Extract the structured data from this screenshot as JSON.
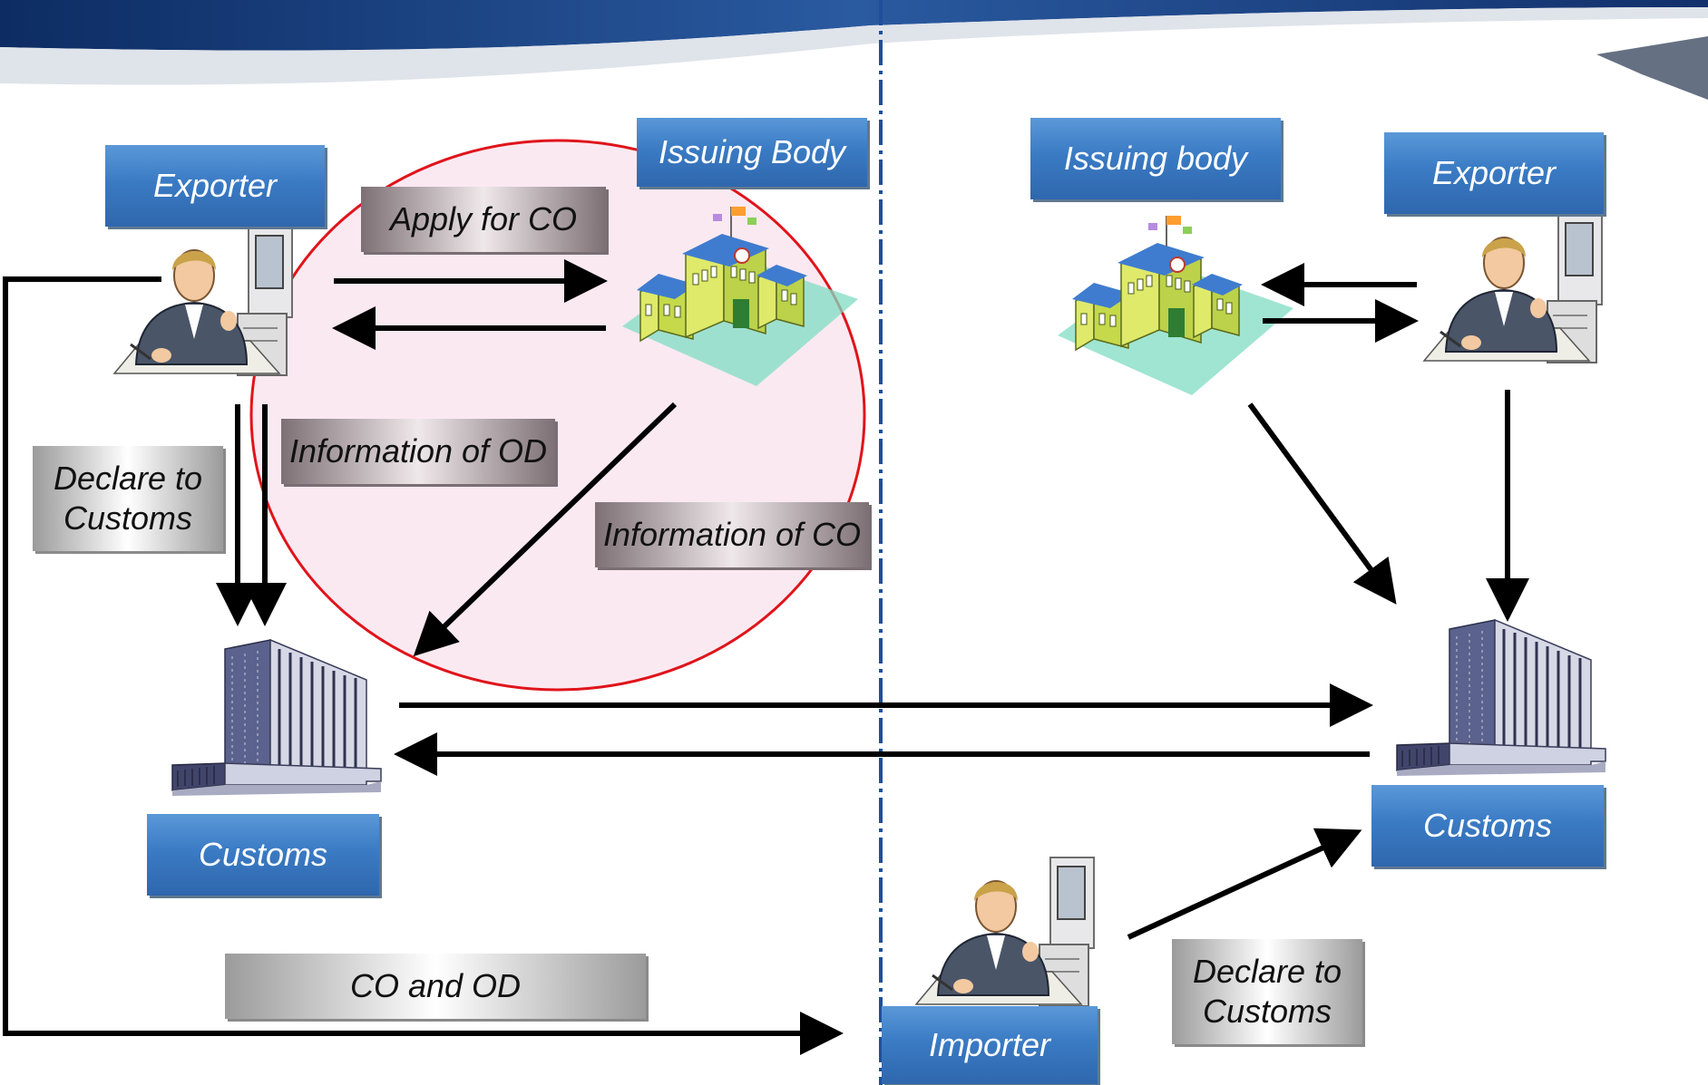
{
  "diagram": {
    "exporter_left": "Exporter",
    "issuing_body_left": "Issuing Body",
    "apply_for_co": "Apply for CO",
    "information_of_od": "Information of OD",
    "information_of_co": "Information of CO",
    "declare_to_customs_left": "Declare to\nCustoms",
    "customs_left": "Customs",
    "co_and_od": "CO and OD",
    "issuing_body_right": "Issuing body",
    "exporter_right": "Exporter",
    "customs_right": "Customs",
    "importer": "Importer",
    "declare_to_customs_right": "Declare to\nCustoms"
  },
  "colors": {
    "label_blue": "#3a7bc4",
    "highlight_circle_stroke": "#e0141b",
    "highlight_circle_fill": "#fbe9f1",
    "divider": "#1f4f9a",
    "arrow": "#000000"
  },
  "icons": [
    "person-at-computer-icon",
    "school-building-icon",
    "office-tower-icon"
  ]
}
